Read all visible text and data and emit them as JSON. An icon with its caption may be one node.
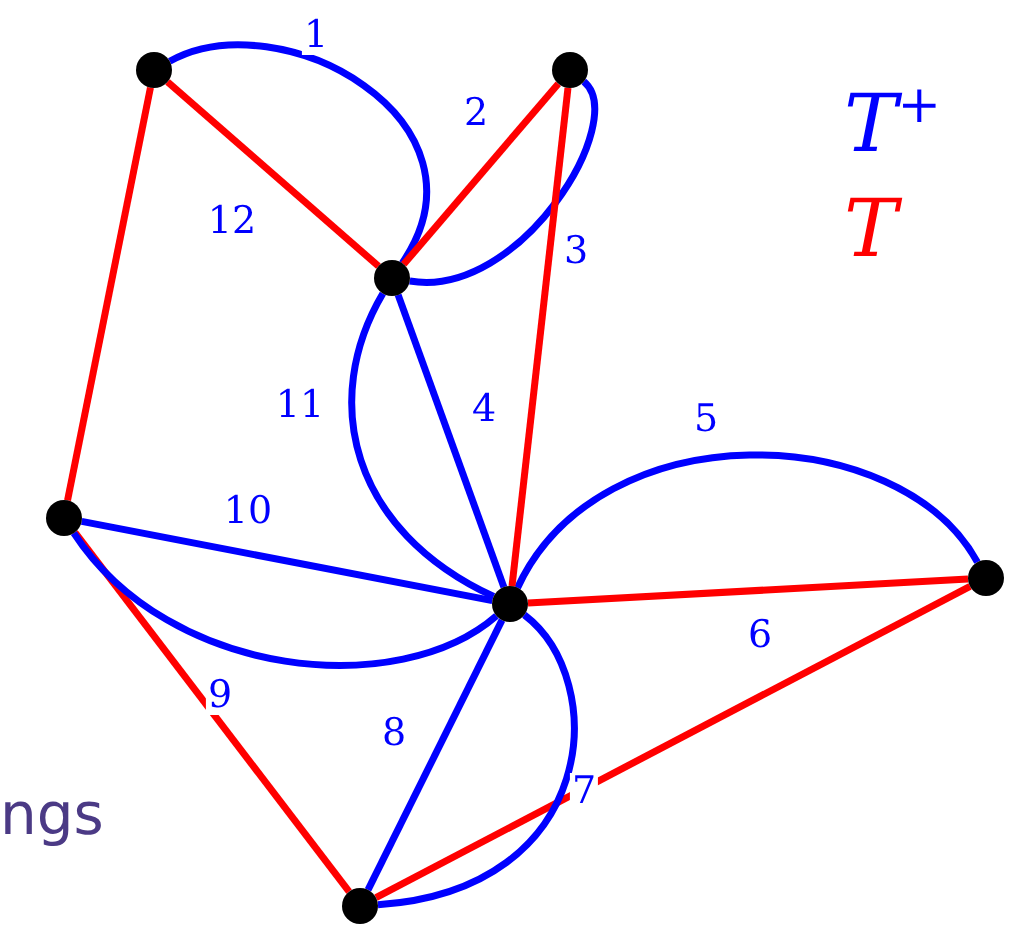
{
  "diagram": {
    "nodes": [
      {
        "text": [],
        "shape": "circle"
      },
      {
        "text": [],
        "shape": "circle"
      },
      {
        "text": [],
        "shape": "circle"
      },
      {
        "text": [],
        "shape": "circle"
      },
      {
        "text": [],
        "shape": "circle"
      },
      {
        "text": [],
        "shape": "circle"
      },
      {
        "text": [],
        "shape": "circle"
      }
    ],
    "edges": [
      {
        "from": 0,
        "to": 2,
        "arrow": "none",
        "label": "1"
      },
      {
        "from": 2,
        "to": 1,
        "arrow": "none",
        "label": "2",
        "color": "#ff0000"
      },
      {
        "from": 2,
        "to": 1,
        "arrow": "none",
        "label": "3"
      },
      {
        "from": 2,
        "to": 5,
        "arrow": "none",
        "label": "4"
      },
      {
        "from": 5,
        "to": 4,
        "arrow": "none",
        "label": "5"
      },
      {
        "from": 5,
        "to": 4,
        "arrow": "none",
        "label": "6",
        "color": "#ff0000"
      },
      {
        "from": 6,
        "to": 4,
        "arrow": "none",
        "label": "7",
        "color": "#ff0000"
      },
      {
        "from": 6,
        "to": 5,
        "arrow": "none",
        "label": "8"
      },
      {
        "from": 3,
        "to": 6,
        "arrow": "none",
        "label": "9",
        "color": "#ff0000"
      },
      {
        "from": 3,
        "to": 5,
        "arrow": "none",
        "label": "10"
      },
      {
        "from": 2,
        "to": 5,
        "arrow": "none",
        "label": "11"
      },
      {
        "from": 0,
        "to": 2,
        "arrow": "none",
        "label": "12",
        "color": "#ff0000"
      },
      {
        "from": 0,
        "to": 3,
        "arrow": "none",
        "color": "#ff0000"
      },
      {
        "from": 1,
        "to": 5,
        "arrow": "none",
        "color": "#ff0000"
      },
      {
        "from": 3,
        "to": 5,
        "arrow": "none"
      },
      {
        "from": 5,
        "to": 6,
        "arrow": "none"
      }
    ],
    "labels": [
      "ngs"
    ],
    "legend": [
      {
        "text": "*T*$^{+}$",
        "color": "#0000ff"
      },
      {
        "text": "*T*",
        "color": "#ff0000"
      }
    ]
  }
}
